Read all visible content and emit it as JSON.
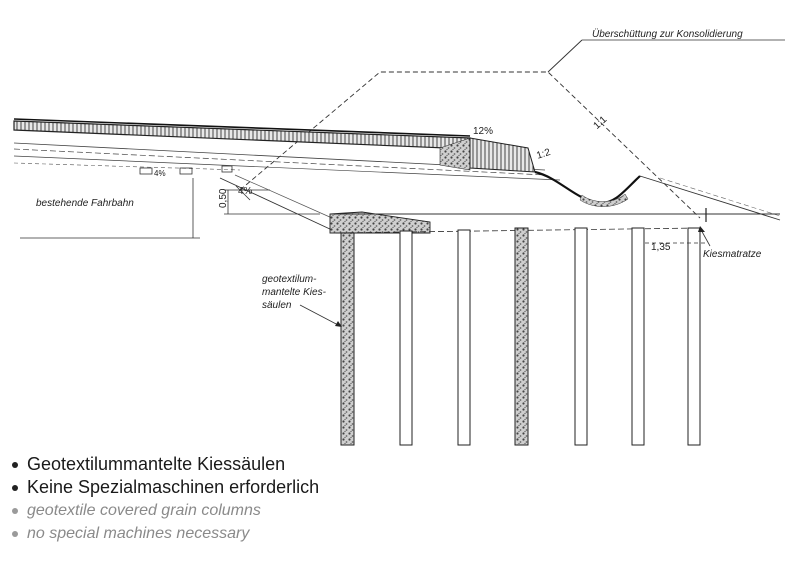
{
  "labels": {
    "surcharge": "Überschüttung zur Konsolidierung",
    "existing_road": "bestehende Fahrbahn",
    "gravel_mattress": "Kiesmatratze",
    "columns_label": [
      "geotextilum-",
      "mantelte Kies-",
      "säulen"
    ],
    "slope_top": "1:1",
    "slope_ditch": "1:2",
    "pct_12": "12%",
    "pct_4_small": "4%",
    "pct_4": "4%",
    "dim_050": "0,50",
    "dim_135": "1,35"
  },
  "bullets": [
    {
      "text": "Geotextilummantelte Kiessäulen",
      "lang": "de"
    },
    {
      "text": "Keine Spezialmaschinen erforderlich",
      "lang": "de"
    },
    {
      "text": "geotextile covered grain columns",
      "lang": "en"
    },
    {
      "text": "no special machines necessary",
      "lang": "en"
    }
  ],
  "colors": {
    "line": "#222222",
    "text_primary": "#1a1a1a",
    "text_secondary": "#8a8a8a"
  }
}
